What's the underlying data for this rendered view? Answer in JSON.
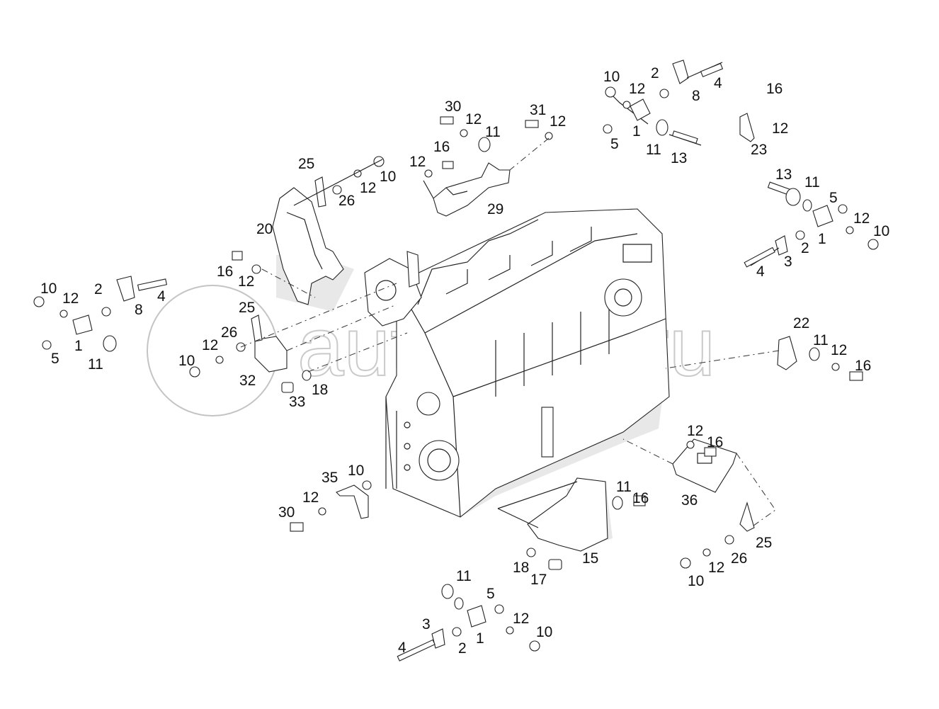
{
  "watermark": "autopiter.ru",
  "labels": [
    "10",
    "12",
    "2",
    "8",
    "4",
    "16",
    "12",
    "5",
    "1",
    "11",
    "13",
    "23",
    "30",
    "12",
    "11",
    "31",
    "12",
    "12",
    "16",
    "29",
    "25",
    "26",
    "12",
    "10",
    "20",
    "16",
    "12",
    "13",
    "11",
    "5",
    "12",
    "10",
    "2",
    "1",
    "3",
    "4",
    "10",
    "12",
    "2",
    "8",
    "4",
    "5",
    "1",
    "11",
    "25",
    "26",
    "12",
    "10",
    "32",
    "33",
    "18",
    "22",
    "11",
    "12",
    "16",
    "12",
    "16",
    "36",
    "35",
    "10",
    "12",
    "30",
    "11",
    "16",
    "15",
    "18",
    "17",
    "25",
    "26",
    "12",
    "10",
    "11",
    "5",
    "12",
    "10",
    "3",
    "2",
    "1",
    "4"
  ]
}
